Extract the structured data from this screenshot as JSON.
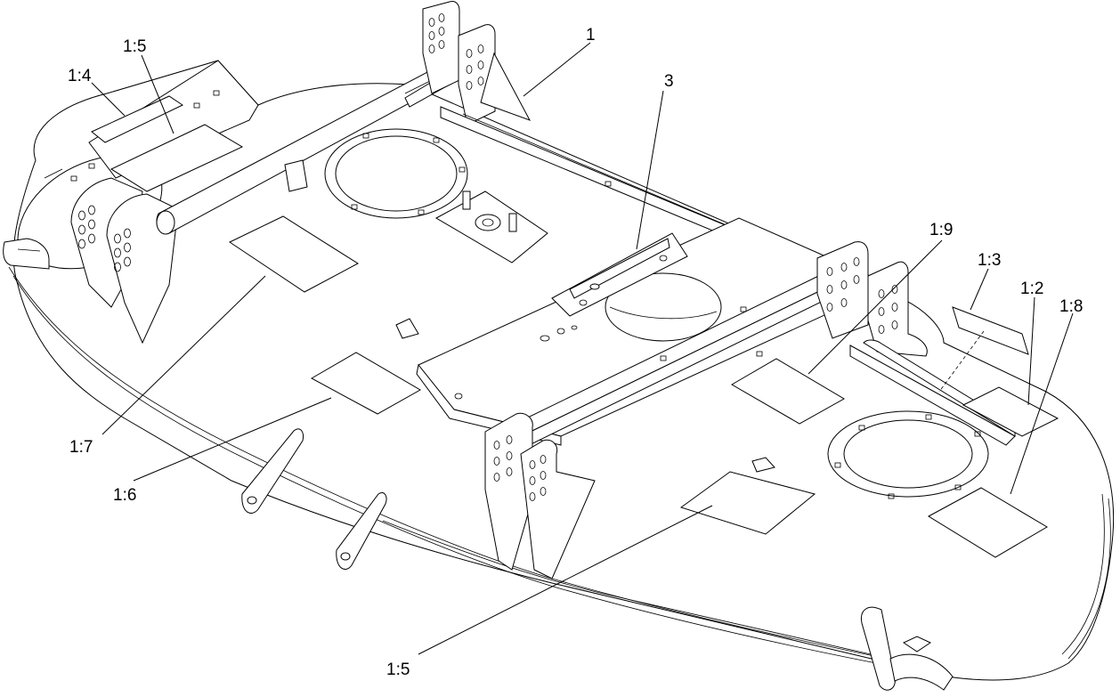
{
  "callouts": [
    {
      "id": "c-1",
      "text": "1"
    },
    {
      "id": "c-3",
      "text": "3"
    },
    {
      "id": "c-1-4",
      "text": "1:4"
    },
    {
      "id": "c-1-5-top",
      "text": "1:5"
    },
    {
      "id": "c-1-9",
      "text": "1:9"
    },
    {
      "id": "c-1-3",
      "text": "1:3"
    },
    {
      "id": "c-1-2",
      "text": "1:2"
    },
    {
      "id": "c-1-8",
      "text": "1:8"
    },
    {
      "id": "c-1-7",
      "text": "1:7"
    },
    {
      "id": "c-1-6",
      "text": "1:6"
    },
    {
      "id": "c-1-5-bottom",
      "text": "1:5"
    }
  ]
}
